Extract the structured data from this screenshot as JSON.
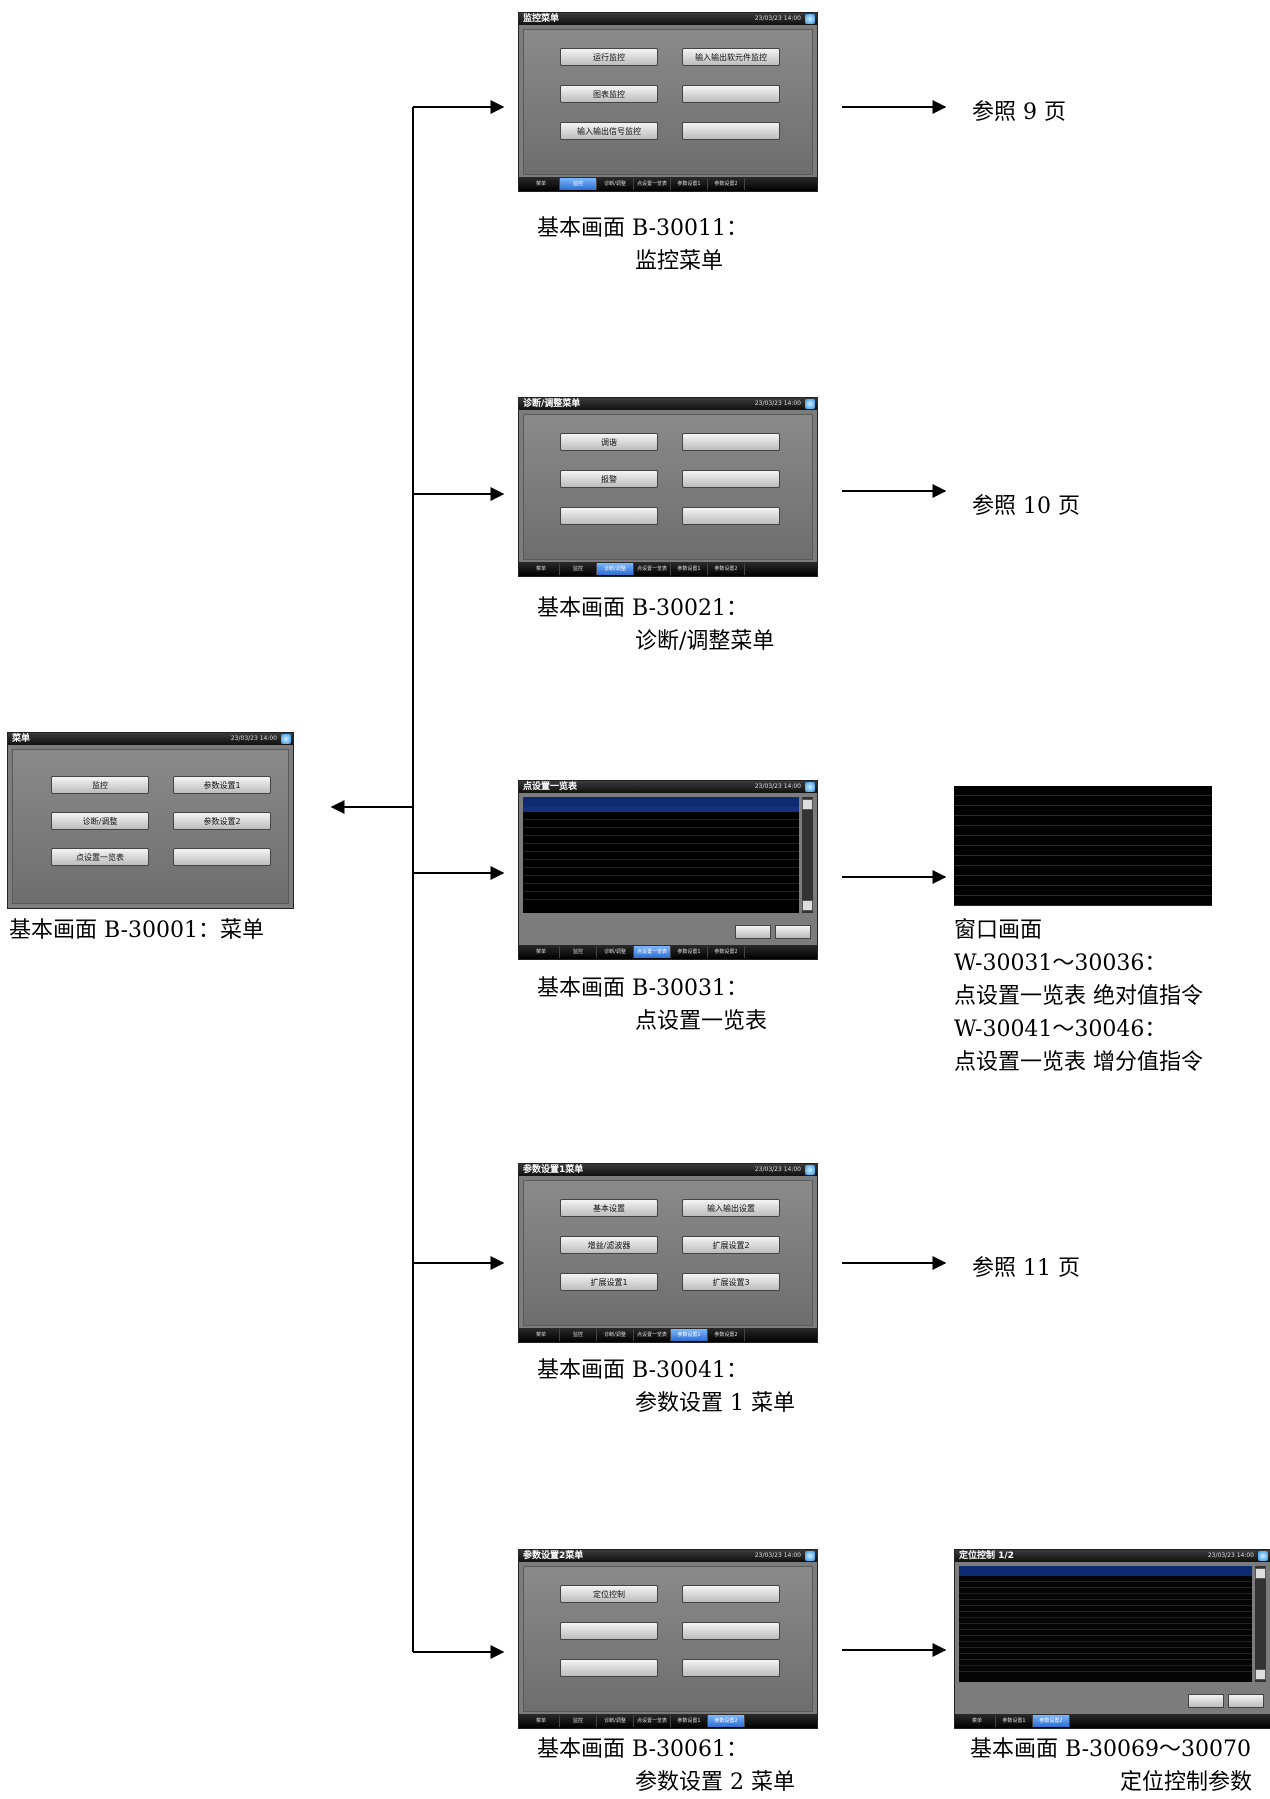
{
  "main_screen": {
    "title": "菜单",
    "datetime": "23/03/23 14:00",
    "buttons": [
      "监控",
      "参数设置1",
      "诊断/调整",
      "参数设置2",
      "点设置一览表",
      ""
    ],
    "caption": "基本画面 B-30001：菜单"
  },
  "tab_labels": [
    "菜单",
    "监控",
    "诊断/调整",
    "点设置一览表",
    "参数设置1",
    "参数设置2"
  ],
  "screens": [
    {
      "title": "监控菜单",
      "datetime": "23/03/23 14:00",
      "buttons": [
        "运行监控",
        "输入输出软元件监控",
        "图表监控",
        "",
        "输入输出信号监控",
        ""
      ],
      "active_tab": 1,
      "caption_line1": "基本画面 B-30011：",
      "caption_line2": "监控菜单",
      "ref": "参照 9 页"
    },
    {
      "title": "诊断/调整菜单",
      "datetime": "23/03/23 14:00",
      "buttons": [
        "调谐",
        "",
        "报警",
        "",
        "",
        ""
      ],
      "active_tab": 2,
      "caption_line1": "基本画面 B-30021：",
      "caption_line2": "诊断/调整菜单",
      "ref": "参照 10 页"
    },
    {
      "title": "点设置一览表",
      "datetime": "23/03/23 14:00",
      "active_tab": 3,
      "caption_line1": "基本画面 B-30031：",
      "caption_line2": "点设置一览表"
    },
    {
      "title": "参数设置1菜单",
      "datetime": "23/03/23 14:00",
      "buttons": [
        "基本设置",
        "输入输出设置",
        "增益/滤波器",
        "扩展设置2",
        "扩展设置1",
        "扩展设置3"
      ],
      "active_tab": 4,
      "caption_line1": "基本画面 B-30041：",
      "caption_line2": "参数设置 1 菜单",
      "ref": "参照 11 页"
    },
    {
      "title": "参数设置2菜单",
      "datetime": "23/03/23 14:00",
      "buttons": [
        "定位控制",
        "",
        "",
        "",
        "",
        ""
      ],
      "active_tab": 5,
      "caption_line1": "基本画面 B-30061：",
      "caption_line2": "参数设置 2 菜单"
    }
  ],
  "window_screen": {
    "caption_lines": [
      "窗口画面",
      "W-30031～30036：",
      "点设置一览表 绝对值指令",
      "W-30041～30046：",
      "点设置一览表 增分值指令"
    ]
  },
  "positioning_screen": {
    "title": "定位控制 1/2",
    "datetime": "23/03/23 14:00",
    "caption_line1": "基本画面 B-30069～30070",
    "caption_line2": "定位控制参数"
  }
}
